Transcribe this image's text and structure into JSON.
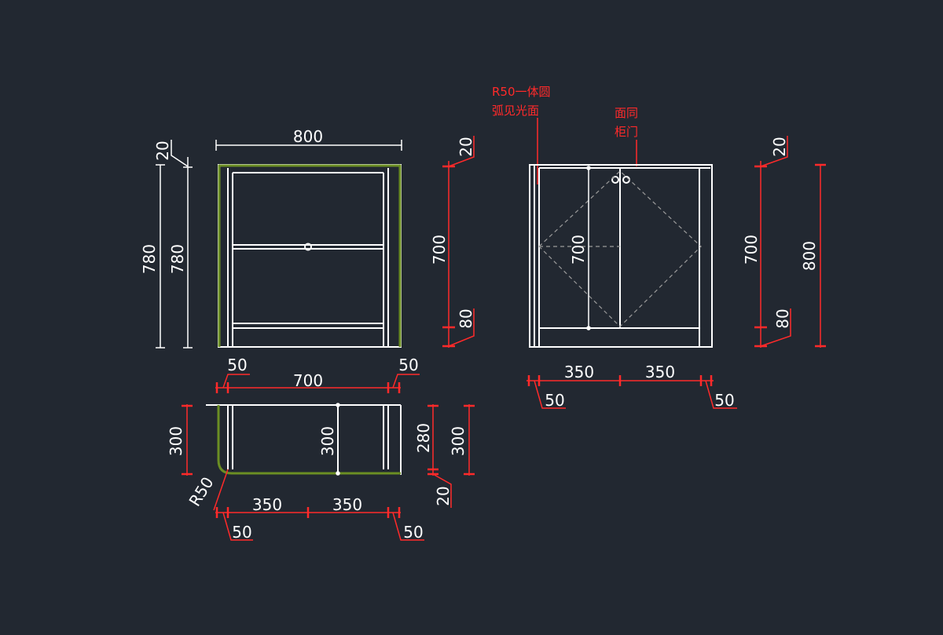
{
  "colors": {
    "background": "#222831",
    "outline": "#ffffff",
    "dimension_red": "#ff2a2a",
    "edge_green": "#6b8e23",
    "hidden_gray": "#9a9a9a"
  },
  "notes": {
    "arc_line1": "R50一体圆",
    "arc_line2": "弧见光面",
    "door_line1": "面同",
    "door_line2": "柜门"
  },
  "front_view": {
    "width_top": "800",
    "top_thickness": "20",
    "height_outer": "780",
    "height_inner": "780",
    "right_top": "20",
    "right_mid": "700",
    "right_bottom": "80"
  },
  "plan_view": {
    "left_gap": "50",
    "right_gap": "50",
    "inner_width": "700",
    "depth_left": "300",
    "depth_mid": "300",
    "depth_right_inner": "280",
    "depth_right_outer": "300",
    "bottom_offset": "20",
    "radius": "R50",
    "bottom_span_1": "350",
    "bottom_span_2": "350",
    "bottom_gap_left": "50",
    "bottom_gap_right": "50"
  },
  "door_view": {
    "door_height": "700",
    "top_20": "20",
    "mid_700": "700",
    "bottom_80": "80",
    "overall_800": "800",
    "span_1": "350",
    "span_2": "350",
    "gap_left": "50",
    "gap_right": "50"
  }
}
